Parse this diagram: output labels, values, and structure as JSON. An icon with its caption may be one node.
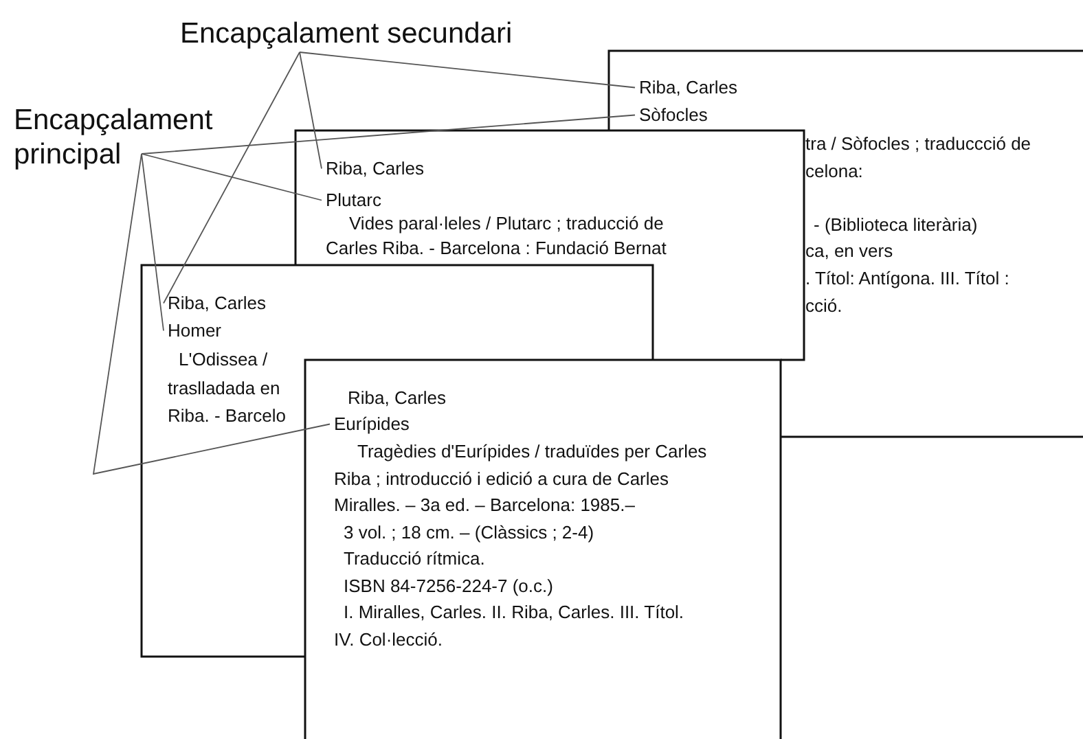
{
  "diagram": {
    "nodes": [
      {
        "text": [
          "Encapçalament secundari"
        ]
      },
      {
        "text": [
          "Encapçalament principal"
        ]
      },
      {
        "text": [
          "tra / Sòfocles ; traduccció de",
          "celona:",
          "- (Biblioteca literària)",
          "ca, en vers",
          ". Títol: Antígona. III. Títol :",
          "cció."
        ]
      },
      {
        "text": [
          "Riba, Carles"
        ],
        "in": 2
      },
      {
        "text": [
          "Sòfocles"
        ],
        "in": 2
      },
      {
        "text": [
          "Vides paral·leles / Plutarc ; traducció de Carles Riba. - Barcelona : Fundació Bernat"
        ]
      },
      {
        "text": [
          "Riba, Carles"
        ],
        "in": 5
      },
      {
        "text": [
          "Plutarc"
        ],
        "in": 5
      },
      {
        "text": [
          "L'Odissea /",
          "traslladada en",
          "Riba. - Barcelo"
        ]
      },
      {
        "text": [
          "Riba, Carles"
        ],
        "in": 8
      },
      {
        "text": [
          "Homer"
        ],
        "in": 8
      },
      {
        "text": [
          "Tragèdies d'Eurípides / traduïdes per Carles Riba ; introducció i edició a cura de Carles Miralles. – 3a ed. – Barcelona: 1985.–",
          "3 vol. ; 18 cm. – (Clàssics ; 2-4)",
          "Traducció rítmica.",
          "ISBN 84-7256-224-7 (o.c.)",
          "I. Miralles, Carles. II. Riba, Carles. III. Títol. IV. Col·lecció."
        ]
      },
      {
        "text": [
          "Riba, Carles"
        ]
      },
      {
        "text": [
          "Eurípides"
        ]
      }
    ],
    "edges": [
      {
        "from": 0,
        "to": 3,
        "arrow": "none"
      },
      {
        "from": 0,
        "to": 6,
        "arrow": "none"
      },
      {
        "from": 0,
        "to": 9,
        "arrow": "none"
      },
      {
        "from": 1,
        "to": 4,
        "arrow": "none"
      },
      {
        "from": 1,
        "to": 7,
        "arrow": "none"
      },
      {
        "from": 1,
        "to": 10,
        "arrow": "none"
      },
      {
        "from": 1,
        "to": 13,
        "arrow": "none"
      }
    ]
  }
}
